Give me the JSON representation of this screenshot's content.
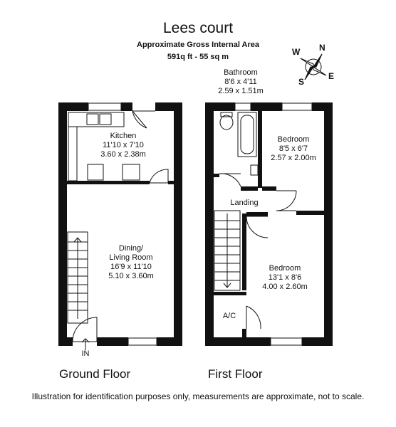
{
  "header": {
    "title": "Lees court",
    "subtitle": "Approximate Gross Internal Area",
    "area": "591q ft - 55 sq m"
  },
  "compass": {
    "n": "N",
    "e": "E",
    "s": "S",
    "w": "W"
  },
  "ground_floor": {
    "label": "Ground Floor",
    "entrance": "IN",
    "kitchen": {
      "name": "Kitchen",
      "imperial": "11'10 x 7'10",
      "metric": "3.60 x 2.38m"
    },
    "living": {
      "name1": "Dining/",
      "name2": "Living Room",
      "imperial": "16'9 x 11'10",
      "metric": "5.10 x 3.60m"
    }
  },
  "first_floor": {
    "label": "First Floor",
    "bathroom": {
      "name": "Bathroom",
      "imperial": "8'6 x 4'11",
      "metric": "2.59 x 1.51m"
    },
    "bedroom1": {
      "name": "Bedroom",
      "imperial": "8'5 x 6'7",
      "metric": "2.57 x 2.00m"
    },
    "landing": {
      "name": "Landing"
    },
    "bedroom2": {
      "name": "Bedroom",
      "imperial": "13'1 x 8'6",
      "metric": "4.00 x 2.60m"
    },
    "ac": {
      "name": "A/C"
    }
  },
  "footer": {
    "disclaimer": "Illustration for identification purposes only, measurements are approximate, not to scale."
  }
}
